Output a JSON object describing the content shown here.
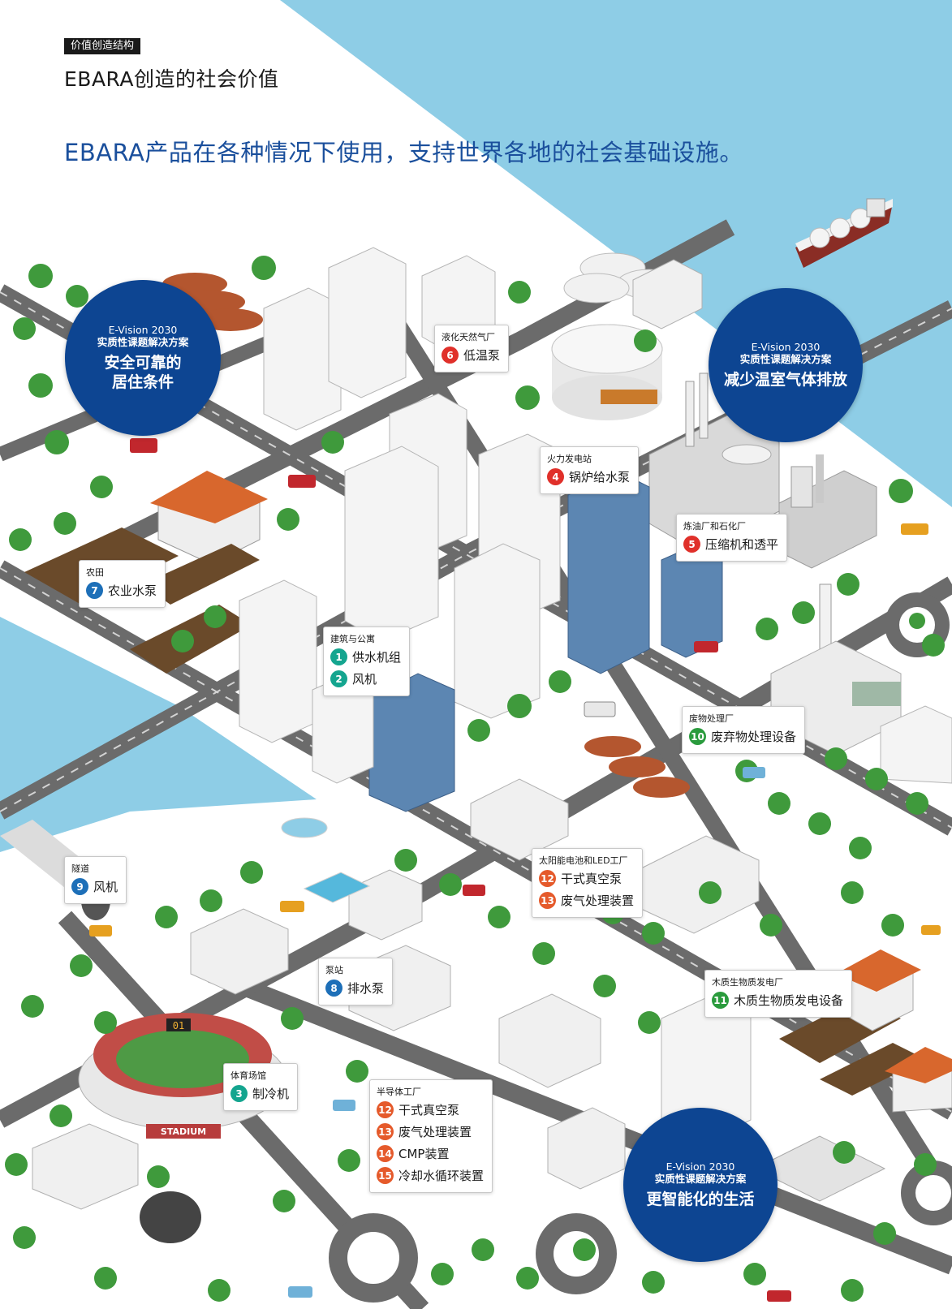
{
  "header": {
    "section_tag": "价值创造结构",
    "title": "EBARA创造的社会价值",
    "headline": "EBARA产品在各种情况下使用，支持世界各地的社会基础设施。"
  },
  "colors": {
    "sky_blue": "#8ecde6",
    "brand_navy": "#0d4592",
    "headline_blue": "#1a4f9c",
    "badge_red": "#e0302a",
    "badge_blue": "#1d6fb8",
    "badge_teal": "#14a58f",
    "badge_green": "#2a9b3d",
    "badge_orange": "#e55a2b"
  },
  "circles": [
    {
      "line1": "E-Vision 2030",
      "line2": "实质性课题解决方案",
      "main": "安全可靠的\n居住条件"
    },
    {
      "line1": "E-Vision 2030",
      "line2": "实质性课题解决方案",
      "main": "减少温室气体排放"
    },
    {
      "line1": "E-Vision 2030",
      "line2": "实质性课题解决方案",
      "main": "更智能化的生活"
    }
  ],
  "callouts": {
    "lng": {
      "category": "液化天然气厂",
      "items": [
        {
          "num": "6",
          "label": "低温泵",
          "color": "#e0302a"
        }
      ]
    },
    "thermal": {
      "category": "火力发电站",
      "items": [
        {
          "num": "4",
          "label": "锅炉给水泵",
          "color": "#e0302a"
        }
      ]
    },
    "refinery": {
      "category": "炼油厂和石化厂",
      "items": [
        {
          "num": "5",
          "label": "压缩机和透平",
          "color": "#e0302a"
        }
      ]
    },
    "farm": {
      "category": "农田",
      "items": [
        {
          "num": "7",
          "label": "农业水泵",
          "color": "#1d6fb8"
        }
      ]
    },
    "building": {
      "category": "建筑与公寓",
      "items": [
        {
          "num": "1",
          "label": "供水机组",
          "color": "#14a58f"
        },
        {
          "num": "2",
          "label": "风机",
          "color": "#14a58f"
        }
      ]
    },
    "waste": {
      "category": "废物处理厂",
      "items": [
        {
          "num": "10",
          "label": "废弃物处理设备",
          "color": "#2a9b3d"
        }
      ]
    },
    "solar": {
      "category": "太阳能电池和LED工厂",
      "items": [
        {
          "num": "12",
          "label": "干式真空泵",
          "color": "#e55a2b"
        },
        {
          "num": "13",
          "label": "废气处理装置",
          "color": "#e55a2b"
        }
      ]
    },
    "tunnel": {
      "category": "隧道",
      "items": [
        {
          "num": "9",
          "label": "风机",
          "color": "#1d6fb8"
        }
      ]
    },
    "pump": {
      "category": "泵站",
      "items": [
        {
          "num": "8",
          "label": "排水泵",
          "color": "#1d6fb8"
        }
      ]
    },
    "biomass": {
      "category": "木质生物质发电厂",
      "items": [
        {
          "num": "11",
          "label": "木质生物质发电设备",
          "color": "#2a9b3d"
        }
      ]
    },
    "stadium": {
      "category": "体育场馆",
      "items": [
        {
          "num": "3",
          "label": "制冷机",
          "color": "#14a58f"
        }
      ]
    },
    "semi": {
      "category": "半导体工厂",
      "items": [
        {
          "num": "12",
          "label": "干式真空泵",
          "color": "#e55a2b"
        },
        {
          "num": "13",
          "label": "废气处理装置",
          "color": "#e55a2b"
        },
        {
          "num": "14",
          "label": "CMP装置",
          "color": "#e55a2b"
        },
        {
          "num": "15",
          "label": "冷却水循环装置",
          "color": "#e55a2b"
        }
      ]
    }
  },
  "scene": {
    "scoreboard": "01",
    "stadium_sign": "STADIUM"
  }
}
